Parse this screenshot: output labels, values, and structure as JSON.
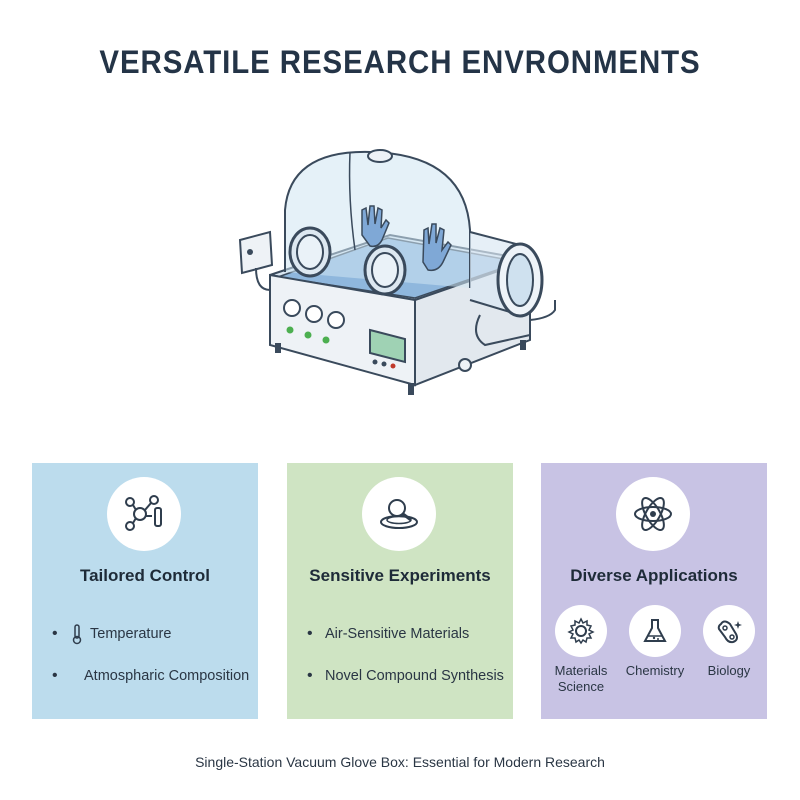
{
  "header": {
    "title": "VERSATILE RESEARCH ENVRONMENTS"
  },
  "panels": [
    {
      "title": "Tailored Control",
      "icon": "network-flask-icon",
      "bullets": [
        "Temperature",
        "Atmospharic Composition"
      ]
    },
    {
      "title": "Sensitive Experiments",
      "icon": "magnifier-dish-icon",
      "bullets": [
        "Air-Sensitive Materials",
        "Novel Compound Synthesis"
      ]
    },
    {
      "title": "Diverse Applications",
      "icon": "atom-icon",
      "apps": [
        {
          "label_line1": "Materials",
          "label_line2": "Science",
          "icon": "gear-icon"
        },
        {
          "label_line1": "Chemistry",
          "label_line2": "",
          "icon": "flask-icon"
        },
        {
          "label_line1": "Biology",
          "label_line2": "",
          "icon": "cell-icon"
        }
      ]
    }
  ],
  "footer": {
    "caption": "Single-Station Vacuum Glove Box: Essential for Modern Research"
  },
  "colors": {
    "panel_blue": "#bcdced",
    "panel_green": "#cfe4c3",
    "panel_purple": "#c8c3e4",
    "title_text": "#243447"
  }
}
